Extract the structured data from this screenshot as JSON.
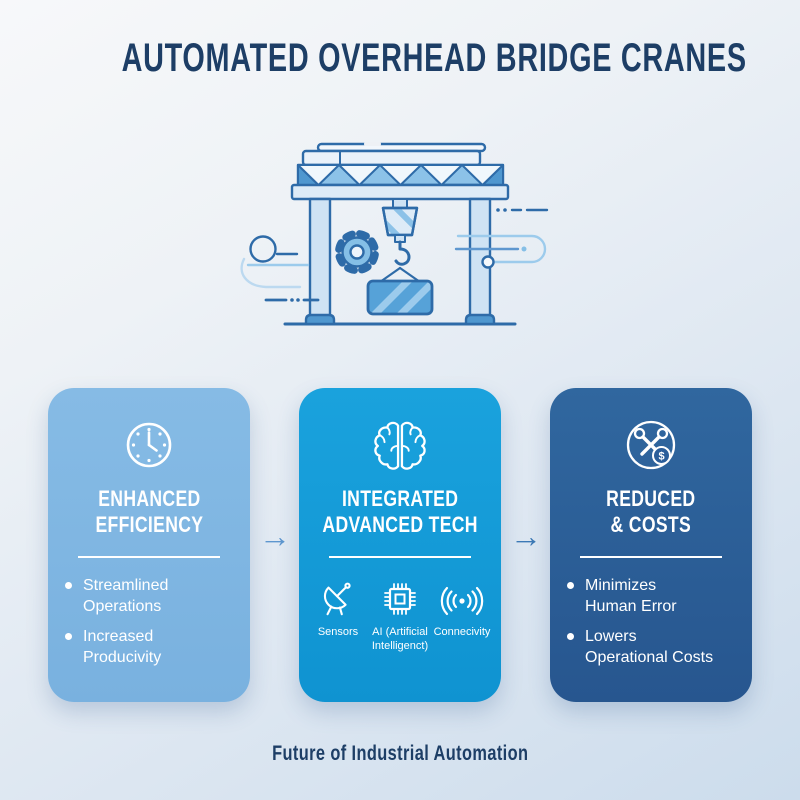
{
  "page": {
    "title": "AUTOMATED OVERHEAD BRIDGE CRANES",
    "footer": "Future of Industrial Automation",
    "arrow_char": "→"
  },
  "colors": {
    "title_text": "#1d3e66",
    "card1_bg": "#7fb6e2",
    "card2_bg": "#149cd9",
    "card3_bg": "#2b5e9a",
    "arrow1": "#5e97cf",
    "arrow2": "#3c79b6",
    "crane_stroke": "#2e6ba8",
    "crane_fill_light": "#ddebf7",
    "crane_fill_mid": "#8cc2e8"
  },
  "illustration": {
    "name": "automated-bridge-crane-line-art"
  },
  "cards": [
    {
      "id": "enhanced-efficiency",
      "icon": "clock-icon",
      "title_line1": "ENHANCED",
      "title_line2": "EFFICIENCY",
      "bullets": [
        {
          "line1": "Streamlined",
          "line2": "Operations"
        },
        {
          "line1": "Increased",
          "line2": "Producivity"
        }
      ]
    },
    {
      "id": "integrated-advanced-tech",
      "icon": "brain-icon",
      "title_line1": "INTEGRATED",
      "title_line2": "ADVANCED TECH",
      "features": [
        {
          "icon": "satellite-dish-icon",
          "label_line1": "Sensors",
          "label_line2": ""
        },
        {
          "icon": "chip-icon",
          "label_line1": "AI (Artificial",
          "label_line2": "Intelligenct)"
        },
        {
          "icon": "wireless-signal-icon",
          "label_line1": "Connecivity",
          "label_line2": ""
        }
      ]
    },
    {
      "id": "reduced-costs",
      "icon": "tools-dollar-icon",
      "dollar": "$",
      "title_line1": "REDUCED",
      "title_line2": "& COSTS",
      "bullets": [
        {
          "line1": "Minimizes",
          "line2": "Human Error"
        },
        {
          "line1": "Lowers",
          "line2": "Operational Costs"
        }
      ]
    }
  ]
}
